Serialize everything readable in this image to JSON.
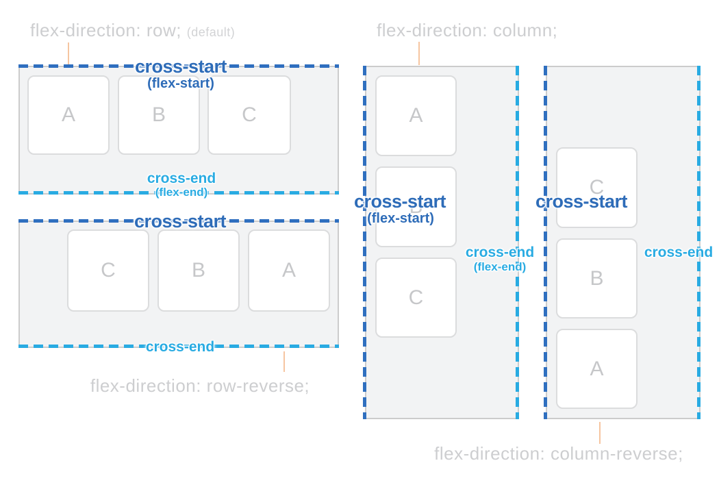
{
  "title": "flex-direction cross-axis diagram",
  "colors": {
    "cross_start_blue": "#2e6cb8",
    "dash_blue": "#2f6fbf",
    "cross_end_cyan": "#29abe2",
    "container_bg": "#f2f3f4",
    "container_border": "#cccccc",
    "item_border": "#dbdcdd",
    "item_letter": "#c6c7c9",
    "label_gray": "#cdced0",
    "connector_peach": "#f6c5a0"
  },
  "panels": [
    {
      "id": "row",
      "label": "flex-direction: row;",
      "label_suffix": "(default)",
      "cross_start": "cross-start",
      "cross_start_sub": "(flex-start)",
      "cross_end": "cross-end",
      "cross_end_sub": "(flex-end)",
      "items": [
        "A",
        "B",
        "C"
      ]
    },
    {
      "id": "row-reverse",
      "label": "flex-direction: row-reverse;",
      "cross_start": "cross-start",
      "cross_end": "cross-end",
      "items": [
        "C",
        "B",
        "A"
      ]
    },
    {
      "id": "column",
      "label": "flex-direction: column;",
      "cross_start": "cross-start",
      "cross_start_sub": "(flex-start)",
      "cross_end": "cross-end",
      "cross_end_sub": "(flex-end)",
      "items": [
        "A",
        "B",
        "C"
      ]
    },
    {
      "id": "column-reverse",
      "label": "flex-direction: column-reverse;",
      "cross_start": "cross-start",
      "cross_end": "cross-end",
      "items": [
        "C",
        "B",
        "A"
      ]
    }
  ]
}
